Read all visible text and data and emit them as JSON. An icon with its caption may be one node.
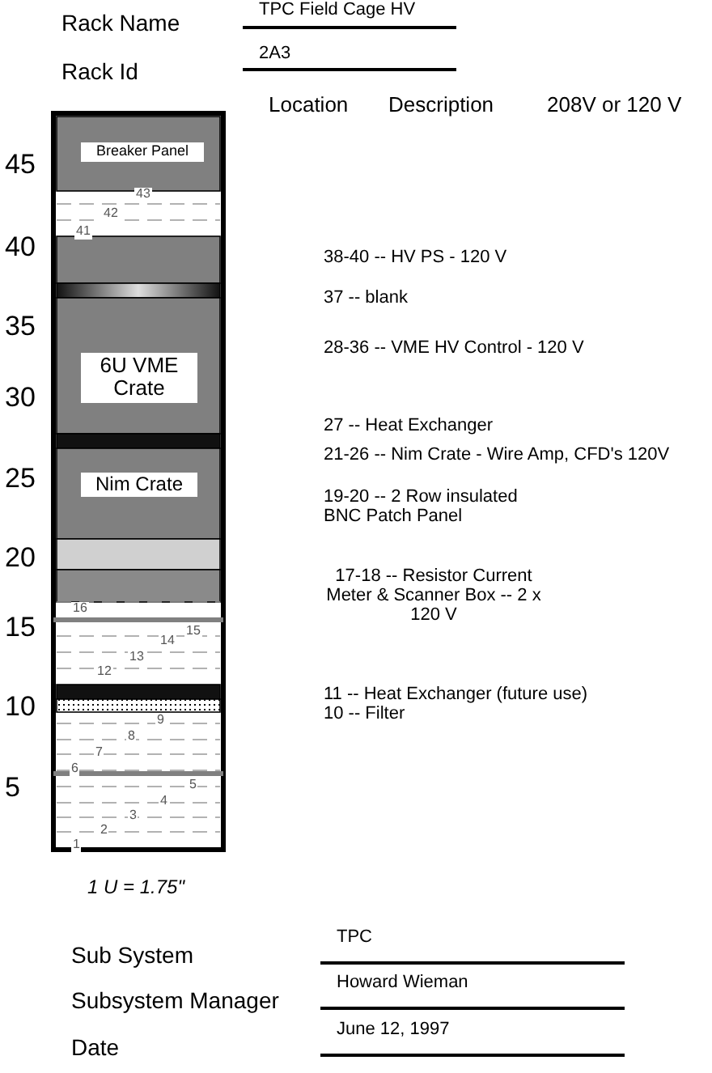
{
  "diagram": {
    "nodes": [
      {
        "text": [
          "Breaker Panel"
        ]
      },
      {
        "text": [
          "6U VME Crate"
        ]
      },
      {
        "text": [
          "Nim Crate"
        ]
      }
    ],
    "labels": [
      "Rack Name",
      "TPC Field Cage HV",
      "Rack Id",
      "2A3",
      "Location",
      "Description",
      "208V or 120 V",
      "45",
      "40",
      "35",
      "30",
      "25",
      "20",
      "15",
      "10",
      "5",
      "43",
      "42",
      "41",
      "16",
      "15",
      "14",
      "13",
      "12",
      "9",
      "8",
      "7",
      "6",
      "5",
      "4",
      "3",
      "2",
      "1",
      "38-40 -- HV PS - 120 V",
      "37 -- blank",
      "28-36 -- VME HV Control - 120 V",
      "27 -- Heat Exchanger",
      "21-26 -- Nim Crate - Wire Amp, CFD's 120V",
      "19-20 -- 2 Row insulated BNC Patch Panel",
      "17-18 -- Resistor Current Meter & Scanner Box -- 2 x 120 V",
      "11 -- Heat Exchanger (future use)",
      "10 -- Filter",
      "1 U = 1.75\"",
      "Sub System",
      "TPC",
      "Subsystem Manager",
      "Howard Wieman",
      "Date",
      "June 12, 1997"
    ]
  }
}
